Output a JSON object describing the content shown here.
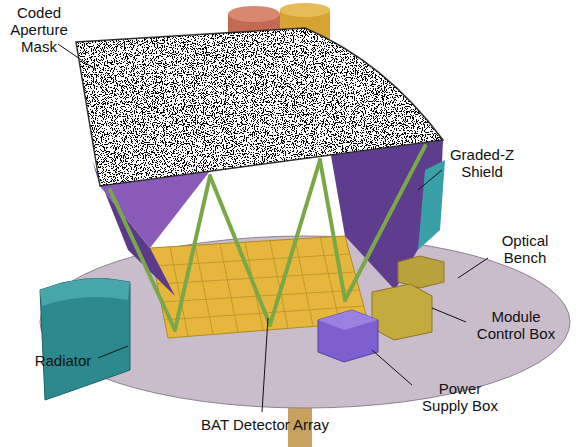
{
  "diagram": {
    "labels": [
      "Coded Aperture Mask",
      "Graded-Z Shield",
      "Optical Bench",
      "Module Control Box",
      "Power Supply Box",
      "Radiator",
      "BAT Detector Array"
    ]
  }
}
